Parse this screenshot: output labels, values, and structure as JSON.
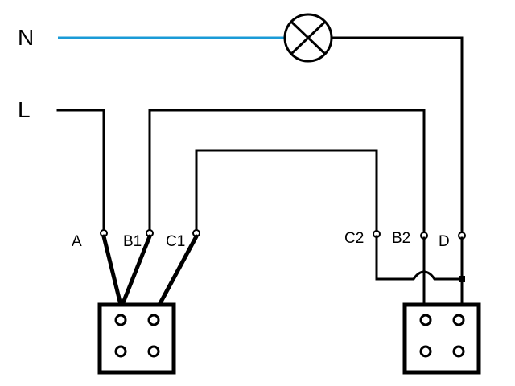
{
  "labels": {
    "neutral": "N",
    "line": "L",
    "a": "A",
    "b1": "B1",
    "c1": "C1",
    "c2": "C2",
    "b2": "B2",
    "d": "D"
  },
  "colors": {
    "neutral_wire": "#1a9bd7",
    "wire": "#000000",
    "background": "#ffffff"
  },
  "icons": {
    "lamp": "lamp-icon",
    "socket_left": "switch-box-icon",
    "socket_right": "switch-box-icon"
  }
}
